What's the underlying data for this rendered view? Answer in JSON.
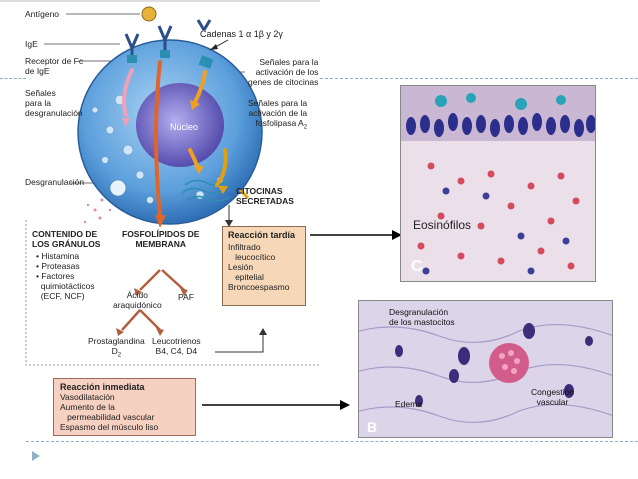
{
  "cell_diagram": {
    "labels": {
      "antigeno": "Antígeno",
      "ige": "IgE",
      "receptor_fc": "Receptor de Fc\nde IgE",
      "senales_degranulacion": "Señales\npara la\ndesgranulación",
      "desgranulacion": "Desgranulación",
      "cadenas": "Cadenas 1 α 1β y 2γ",
      "senales_citocinas": "Señales para la\nactivación de los\ngenes de citocinas",
      "senales_fosfolipasa": "Señales para la\nactivación de la\nfosfolipasa A",
      "fosfolipasa_sub": "2",
      "nucleo": "Núcleo",
      "citocinas_secretadas": "CITOCINAS\nSECRETADAS",
      "contenido_granulos_title": "CONTENIDO DE\nLOS GRÁNULOS",
      "contenido_granulos_items": [
        "• Histamina",
        "• Proteasas",
        "• Factores",
        "  quimiotácticos",
        "  (ECF, NCF)"
      ],
      "fosfolipidos_title": "FOSFOLÍPIDOS DE\nMEMBRANA",
      "acido_araquidonico": "Ácido\naraquidónico",
      "paf": "PAF",
      "prostaglandina": "Prostaglandina\nD",
      "prostaglandina_sub": "2",
      "leucotrienos": "Leucotrienos\nB4, C4, D4"
    },
    "reaccion_tardia": {
      "title": "Reacción tardía",
      "lines": [
        "Infiltrado",
        "   leucocítico",
        "Lesión",
        "   epitelial",
        "Broncoespasmo"
      ]
    },
    "reaccion_inmediata": {
      "title": "Reacción inmediata",
      "lines": [
        "Vasodilatación",
        "Aumento de la",
        "   permeabilidad vascular",
        "Espasmo del músculo liso"
      ]
    }
  },
  "micrograph_c": {
    "label": "Eosinófilos",
    "panel_letter": "C"
  },
  "micrograph_b": {
    "label_degranulacion": "Desgranulación\nde los mastocitos",
    "label_congestion": "Congestión\nvascular",
    "label_edema": "Edema",
    "panel_letter": "B"
  },
  "colors": {
    "cell_body": "#4a8fd0",
    "nucleus": "#7b6fc7",
    "box_fill": "#f6d8b8",
    "box_border": "#8a6a4a",
    "dashed_line": "#8fb0c8",
    "bullet": "#8fb0c8"
  }
}
